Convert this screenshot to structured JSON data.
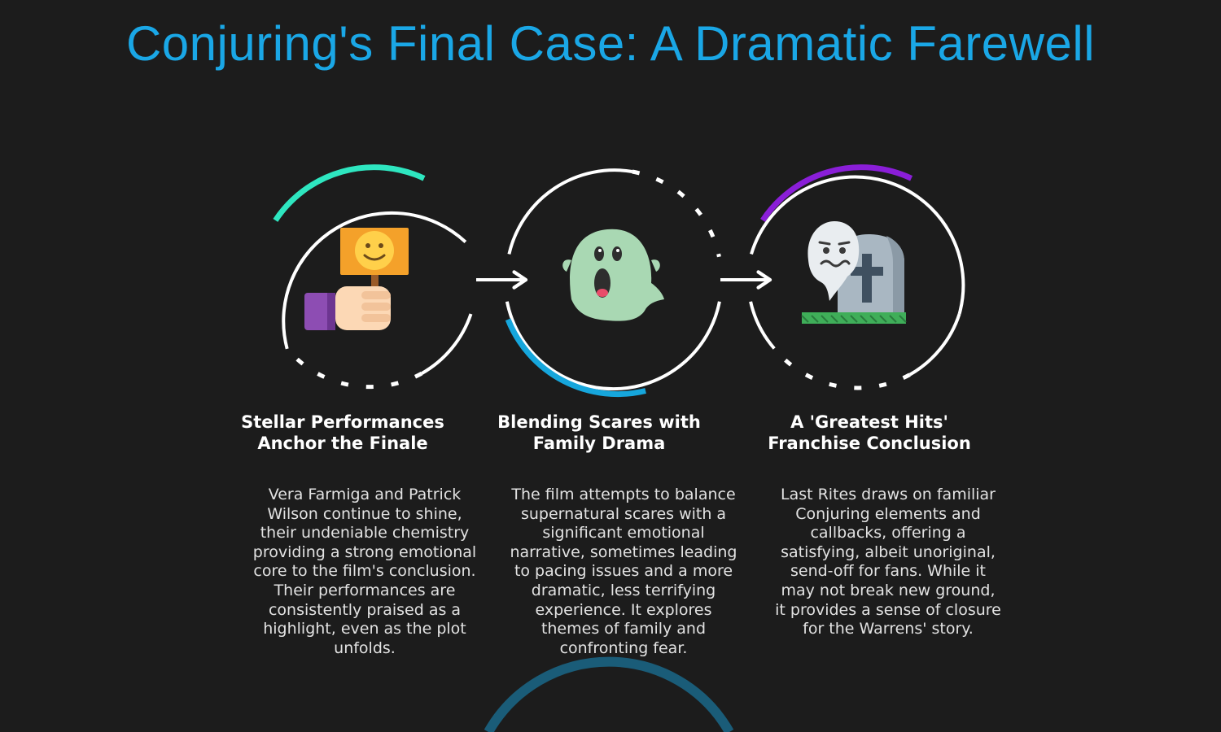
{
  "title": "Conjuring's Final Case: A Dramatic Farewell",
  "colors": {
    "title": "#1aa7e6",
    "background": "#1c1c1c",
    "teal": "#2ee6c0",
    "blue": "#16a6dc",
    "purple": "#8a1ed8",
    "bottom_arc": "#1a5c78"
  },
  "steps": [
    {
      "icon": "protest-sign-smiley-icon",
      "heading": "Stellar Performances\nAnchor the Finale",
      "body": "Vera Farmiga and Patrick Wilson continue to shine, their undeniable chemistry providing a strong emotional core to the film's conclusion. Their performances are consistently praised as a highlight, even as the plot unfolds."
    },
    {
      "icon": "scared-ghost-icon",
      "heading": "Blending Scares with\nFamily Drama",
      "body": "The film attempts to balance supernatural scares with a significant emotional narrative, sometimes leading to pacing issues and a more dramatic, less terrifying experience. It explores themes of family and confronting fear."
    },
    {
      "icon": "ghost-tombstone-icon",
      "heading": "A 'Greatest Hits'\nFranchise Conclusion",
      "body": "Last Rites draws on familiar Conjuring elements and callbacks, offering a satisfying, albeit unoriginal, send-off for fans. While it may not break new ground, it provides a sense of closure for the Warrens' story."
    }
  ]
}
